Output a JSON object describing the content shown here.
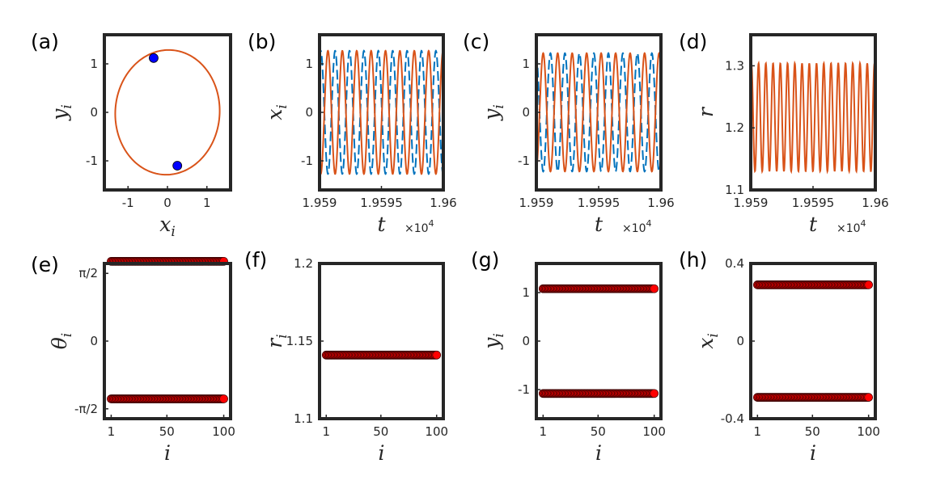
{
  "chart_data": [
    {
      "id": "a",
      "panel_label": "(a)",
      "type": "line",
      "xlabel": "x",
      "xlabel_sub": "i",
      "ylabel": "y",
      "ylabel_sub": "i",
      "xlim": [
        -1.6,
        1.6
      ],
      "ylim": [
        -1.6,
        1.6
      ],
      "xticks": [
        {
          "v": -1,
          "label": "-1"
        },
        {
          "v": 0,
          "label": "0"
        },
        {
          "v": 1,
          "label": "1"
        }
      ],
      "yticks": [
        {
          "v": -1,
          "label": "-1"
        },
        {
          "v": 0,
          "label": "0"
        },
        {
          "v": 1,
          "label": "1"
        }
      ],
      "series": [
        {
          "kind": "ellipse",
          "cx": 0,
          "cy": 0,
          "rx": 1.33,
          "ry": 1.28,
          "tilt_deg": 20,
          "color": "#d95319"
        },
        {
          "kind": "points",
          "x": [
            -0.35,
            0.25
          ],
          "y": [
            1.12,
            -1.1
          ],
          "color": "#0000ff"
        }
      ]
    },
    {
      "id": "b",
      "panel_label": "(b)",
      "type": "line",
      "xlabel": "t",
      "ylabel": "x",
      "ylabel_sub": "i",
      "x_exponent": "×10",
      "x_exponent_power": "4",
      "xlim": [
        1.959,
        1.96
      ],
      "ylim": [
        -1.6,
        1.6
      ],
      "xticks": [
        {
          "v": 1.959,
          "label": "1.959"
        },
        {
          "v": 1.9595,
          "label": "1.9595"
        },
        {
          "v": 1.96,
          "label": "1.96"
        }
      ],
      "yticks": [
        {
          "v": -1,
          "label": "-1"
        },
        {
          "v": 0,
          "label": "0"
        },
        {
          "v": 1,
          "label": "1"
        }
      ],
      "series": [
        {
          "kind": "sine",
          "amp": 1.27,
          "offset": 0,
          "cycles": 8.6,
          "phase_deg": 60,
          "color": "#0072bd",
          "dash": "12,5"
        },
        {
          "kind": "sine",
          "amp": 1.27,
          "offset": 0,
          "cycles": 8.6,
          "phase_deg": 240,
          "color": "#d95319",
          "dash": ""
        }
      ]
    },
    {
      "id": "c",
      "panel_label": "(c)",
      "type": "line",
      "xlabel": "t",
      "ylabel": "y",
      "ylabel_sub": "i",
      "x_exponent": "×10",
      "x_exponent_power": "4",
      "xlim": [
        1.959,
        1.96
      ],
      "ylim": [
        -1.6,
        1.6
      ],
      "xticks": [
        {
          "v": 1.959,
          "label": "1.959"
        },
        {
          "v": 1.9595,
          "label": "1.9595"
        },
        {
          "v": 1.96,
          "label": "1.96"
        }
      ],
      "yticks": [
        {
          "v": -1,
          "label": "-1"
        },
        {
          "v": 0,
          "label": "0"
        },
        {
          "v": 1,
          "label": "1"
        }
      ],
      "series": [
        {
          "kind": "sine",
          "amp": 1.22,
          "offset": 0,
          "cycles": 8.6,
          "phase_deg": 100,
          "color": "#0072bd",
          "dash": "12,5"
        },
        {
          "kind": "sine",
          "amp": 1.22,
          "offset": 0,
          "cycles": 8.6,
          "phase_deg": 280,
          "color": "#d95319",
          "dash": ""
        }
      ]
    },
    {
      "id": "d",
      "panel_label": "(d)",
      "type": "line",
      "xlabel": "t",
      "ylabel": "r",
      "x_exponent": "×10",
      "x_exponent_power": "4",
      "xlim": [
        1.959,
        1.96
      ],
      "ylim": [
        1.1,
        1.35
      ],
      "xticks": [
        {
          "v": 1.959,
          "label": "1.959"
        },
        {
          "v": 1.9595,
          "label": "1.9595"
        },
        {
          "v": 1.96,
          "label": "1.96"
        }
      ],
      "yticks": [
        {
          "v": 1.1,
          "label": "1.1"
        },
        {
          "v": 1.2,
          "label": "1.2"
        },
        {
          "v": 1.3,
          "label": "1.3"
        }
      ],
      "series": [
        {
          "kind": "sine",
          "amp": 0.087,
          "offset": 1.217,
          "cycles": 17.2,
          "phase_deg": 60,
          "color": "#d95319",
          "dash": ""
        }
      ]
    },
    {
      "id": "e",
      "panel_label": "(e)",
      "type": "scatter",
      "xlabel": "i",
      "ylabel": "θ",
      "ylabel_sub": "i",
      "xlim": [
        -5,
        106
      ],
      "ylim": [
        -1.8,
        1.8
      ],
      "xticks": [
        {
          "v": 1,
          "label": "1"
        },
        {
          "v": 50,
          "label": "50"
        },
        {
          "v": 100,
          "label": "100"
        }
      ],
      "yticks": [
        {
          "v": -1.5708,
          "label": "-π/2"
        },
        {
          "v": 0,
          "label": "0"
        },
        {
          "v": 1.5708,
          "label": "π/2"
        }
      ],
      "series": [
        {
          "kind": "flat",
          "n": 100,
          "y": 1.85,
          "color": "#ff0000"
        },
        {
          "kind": "flat",
          "n": 100,
          "y": -1.34,
          "color": "#ff0000"
        }
      ]
    },
    {
      "id": "f",
      "panel_label": "(f)",
      "type": "scatter",
      "xlabel": "i",
      "ylabel": "r",
      "ylabel_sub": "i",
      "xlim": [
        -5,
        106
      ],
      "ylim": [
        1.1,
        1.2
      ],
      "xticks": [
        {
          "v": 1,
          "label": "1"
        },
        {
          "v": 50,
          "label": "50"
        },
        {
          "v": 100,
          "label": "100"
        }
      ],
      "yticks": [
        {
          "v": 1.1,
          "label": "1.1"
        },
        {
          "v": 1.15,
          "label": "1.15"
        },
        {
          "v": 1.2,
          "label": "1.2"
        }
      ],
      "series": [
        {
          "kind": "flat",
          "n": 100,
          "y": 1.141,
          "color": "#ff0000"
        }
      ]
    },
    {
      "id": "g",
      "panel_label": "(g)",
      "type": "scatter",
      "xlabel": "i",
      "ylabel": "y",
      "ylabel_sub": "i",
      "xlim": [
        -5,
        106
      ],
      "ylim": [
        -1.6,
        1.6
      ],
      "xticks": [
        {
          "v": 1,
          "label": "1"
        },
        {
          "v": 50,
          "label": "50"
        },
        {
          "v": 100,
          "label": "100"
        }
      ],
      "yticks": [
        {
          "v": -1,
          "label": "-1"
        },
        {
          "v": 0,
          "label": "0"
        },
        {
          "v": 1,
          "label": "1"
        }
      ],
      "series": [
        {
          "kind": "flat",
          "n": 100,
          "y": 1.08,
          "color": "#ff0000"
        },
        {
          "kind": "flat",
          "n": 100,
          "y": -1.08,
          "color": "#ff0000"
        }
      ]
    },
    {
      "id": "h",
      "panel_label": "(h)",
      "type": "scatter",
      "xlabel": "i",
      "ylabel": "x",
      "ylabel_sub": "i",
      "xlim": [
        -5,
        106
      ],
      "ylim": [
        -0.4,
        0.4
      ],
      "xticks": [
        {
          "v": 1,
          "label": "1"
        },
        {
          "v": 50,
          "label": "50"
        },
        {
          "v": 100,
          "label": "100"
        }
      ],
      "yticks": [
        {
          "v": -0.4,
          "label": "-0.4"
        },
        {
          "v": 0,
          "label": "0"
        },
        {
          "v": 0.4,
          "label": "0.4"
        }
      ],
      "series": [
        {
          "kind": "flat",
          "n": 100,
          "y": 0.29,
          "color": "#ff0000"
        },
        {
          "kind": "flat",
          "n": 100,
          "y": -0.29,
          "color": "#ff0000"
        }
      ]
    }
  ]
}
